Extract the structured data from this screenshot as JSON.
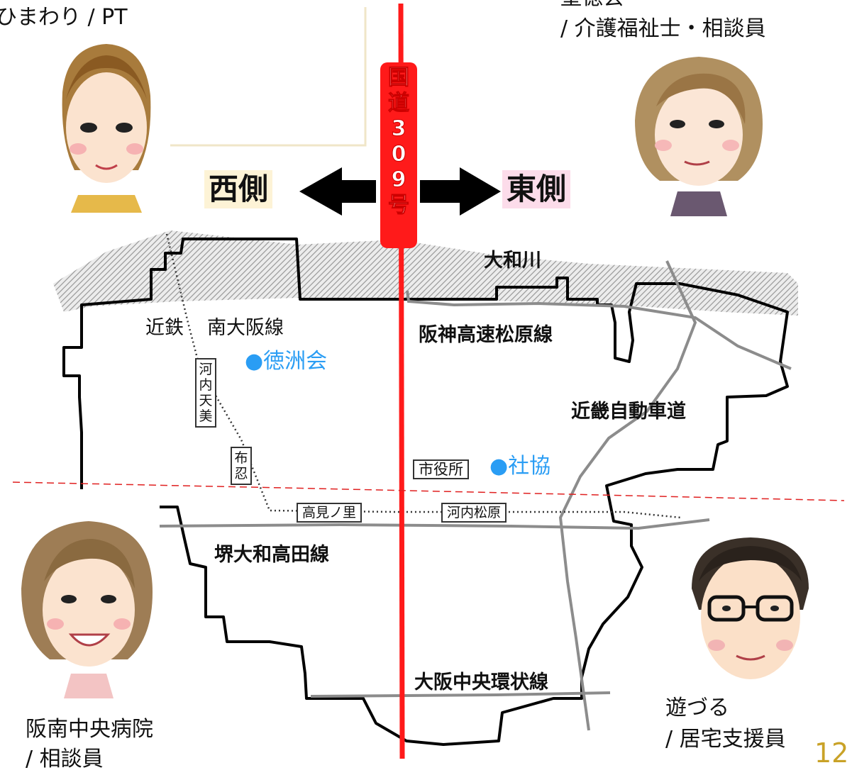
{
  "people": {
    "himawari": {
      "caption": "ひまわり / PT"
    },
    "seitoku": {
      "caption_line1": "聖徳会",
      "caption_line2": "/ 介護福祉士・相談員"
    },
    "hannan": {
      "caption_line1": "阪南中央病院",
      "caption_line2": "/ 相談員"
    },
    "asobizuru": {
      "caption_line1": "遊づる",
      "caption_line2": "/ 居宅支援員"
    }
  },
  "map": {
    "route_label": "国道309号",
    "west_label": "西側",
    "east_label": "東側",
    "river_label": "大和川",
    "roads": {
      "kintetsu": "近鉄",
      "minami_osaka": "南大阪線",
      "hanshin": "阪神高速松原線",
      "kinki": "近畿自動車道",
      "sakai": "堺大和高田線",
      "osaka_central": "大阪中央環状線"
    },
    "stations": {
      "kawachiamami": "河内天美",
      "fuse": "布忍",
      "takaminosato": "高見ノ里",
      "kawachimatsubara": "河内松原",
      "city_hall": "市役所"
    },
    "places": {
      "tokushukai": "●徳洲会",
      "shakyo": "●社協"
    }
  },
  "page_number": "12",
  "colors": {
    "route": "#ff1a1a",
    "place": "#2a9df4",
    "west_bg": "#fdf3d6",
    "east_bg": "#fcdcea",
    "page_number": "#c9a227",
    "divider": "#e02020"
  }
}
